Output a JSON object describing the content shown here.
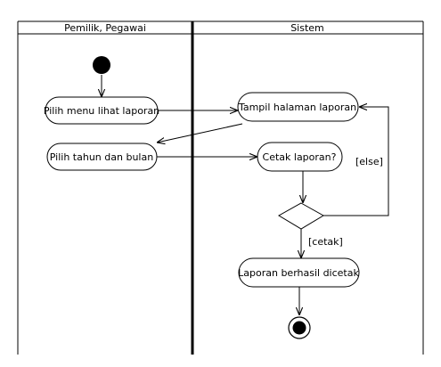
{
  "swimlanes": [
    {
      "id": "owner",
      "label": "Pemilik, Pegawai"
    },
    {
      "id": "system",
      "label": "Sistem"
    }
  ],
  "activities": [
    {
      "id": "pilih_menu",
      "label": "Pilih menu lihat laporan"
    },
    {
      "id": "pilih_tahun",
      "label": "Pilih tahun dan bulan"
    },
    {
      "id": "tampil",
      "label": "Tampil halaman laporan"
    },
    {
      "id": "cetak_q",
      "label": "Cetak laporan?"
    },
    {
      "id": "berhasil",
      "label": "Laporan berhasil dicetak"
    }
  ],
  "guards": {
    "else": "[else]",
    "cetak": "[cetak]"
  },
  "colors": {
    "line": "#000000",
    "background": "#ffffff",
    "start_node": "#000000"
  }
}
